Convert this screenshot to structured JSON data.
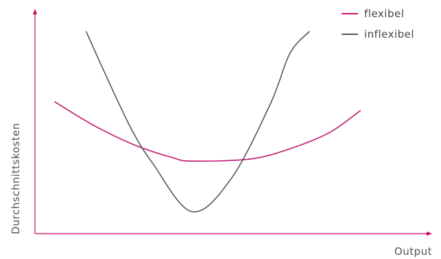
{
  "chart_data": {
    "type": "line",
    "title": "",
    "xlabel": "Output",
    "ylabel": "Durchschnittskosten",
    "xlim": [
      0,
      10
    ],
    "ylim": [
      0,
      10
    ],
    "ticks": "none",
    "grid": false,
    "legend_position": "top-right",
    "series": [
      {
        "name": "flexibel",
        "color": "#c0136b",
        "x": [
          0.5,
          1.5,
          2.5,
          3.5,
          4.0,
          5.5,
          6.5,
          7.5,
          8.3
        ],
        "y": [
          6.0,
          4.92,
          4.06,
          3.46,
          3.3,
          3.4,
          3.86,
          4.59,
          5.6
        ]
      },
      {
        "name": "inflexibel",
        "color": "#555555",
        "x": [
          1.3,
          2.0,
          2.5,
          3.0,
          4.0,
          5.0,
          6.0,
          6.5,
          7.0
        ],
        "y": [
          9.2,
          6.45,
          4.61,
          3.2,
          1.0,
          2.5,
          5.9,
          8.2,
          9.2
        ]
      }
    ]
  }
}
